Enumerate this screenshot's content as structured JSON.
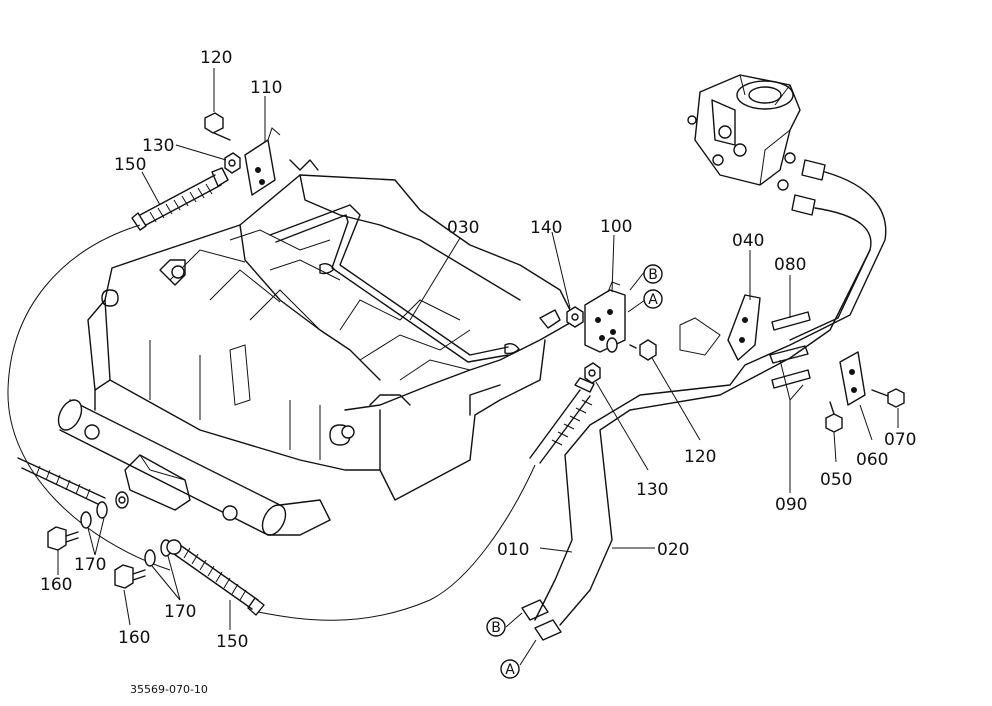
{
  "drawing": {
    "reference": "35569-070-10",
    "part_labels": {
      "p120a": "120",
      "p110": "110",
      "p130a": "130",
      "p150a": "150",
      "p030": "030",
      "p140": "140",
      "p100": "100",
      "p040": "040",
      "p080": "080",
      "p120b": "120",
      "p130b": "130",
      "p070": "070",
      "p060": "060",
      "p050": "050",
      "p090": "090",
      "p010": "010",
      "p020": "020",
      "p160a": "160",
      "p170a": "170",
      "p160b": "160",
      "p170b": "170",
      "p150b": "150"
    },
    "callouts": {
      "b_top": "B",
      "a_top": "A",
      "b_bottom": "B",
      "a_bottom": "A"
    }
  }
}
